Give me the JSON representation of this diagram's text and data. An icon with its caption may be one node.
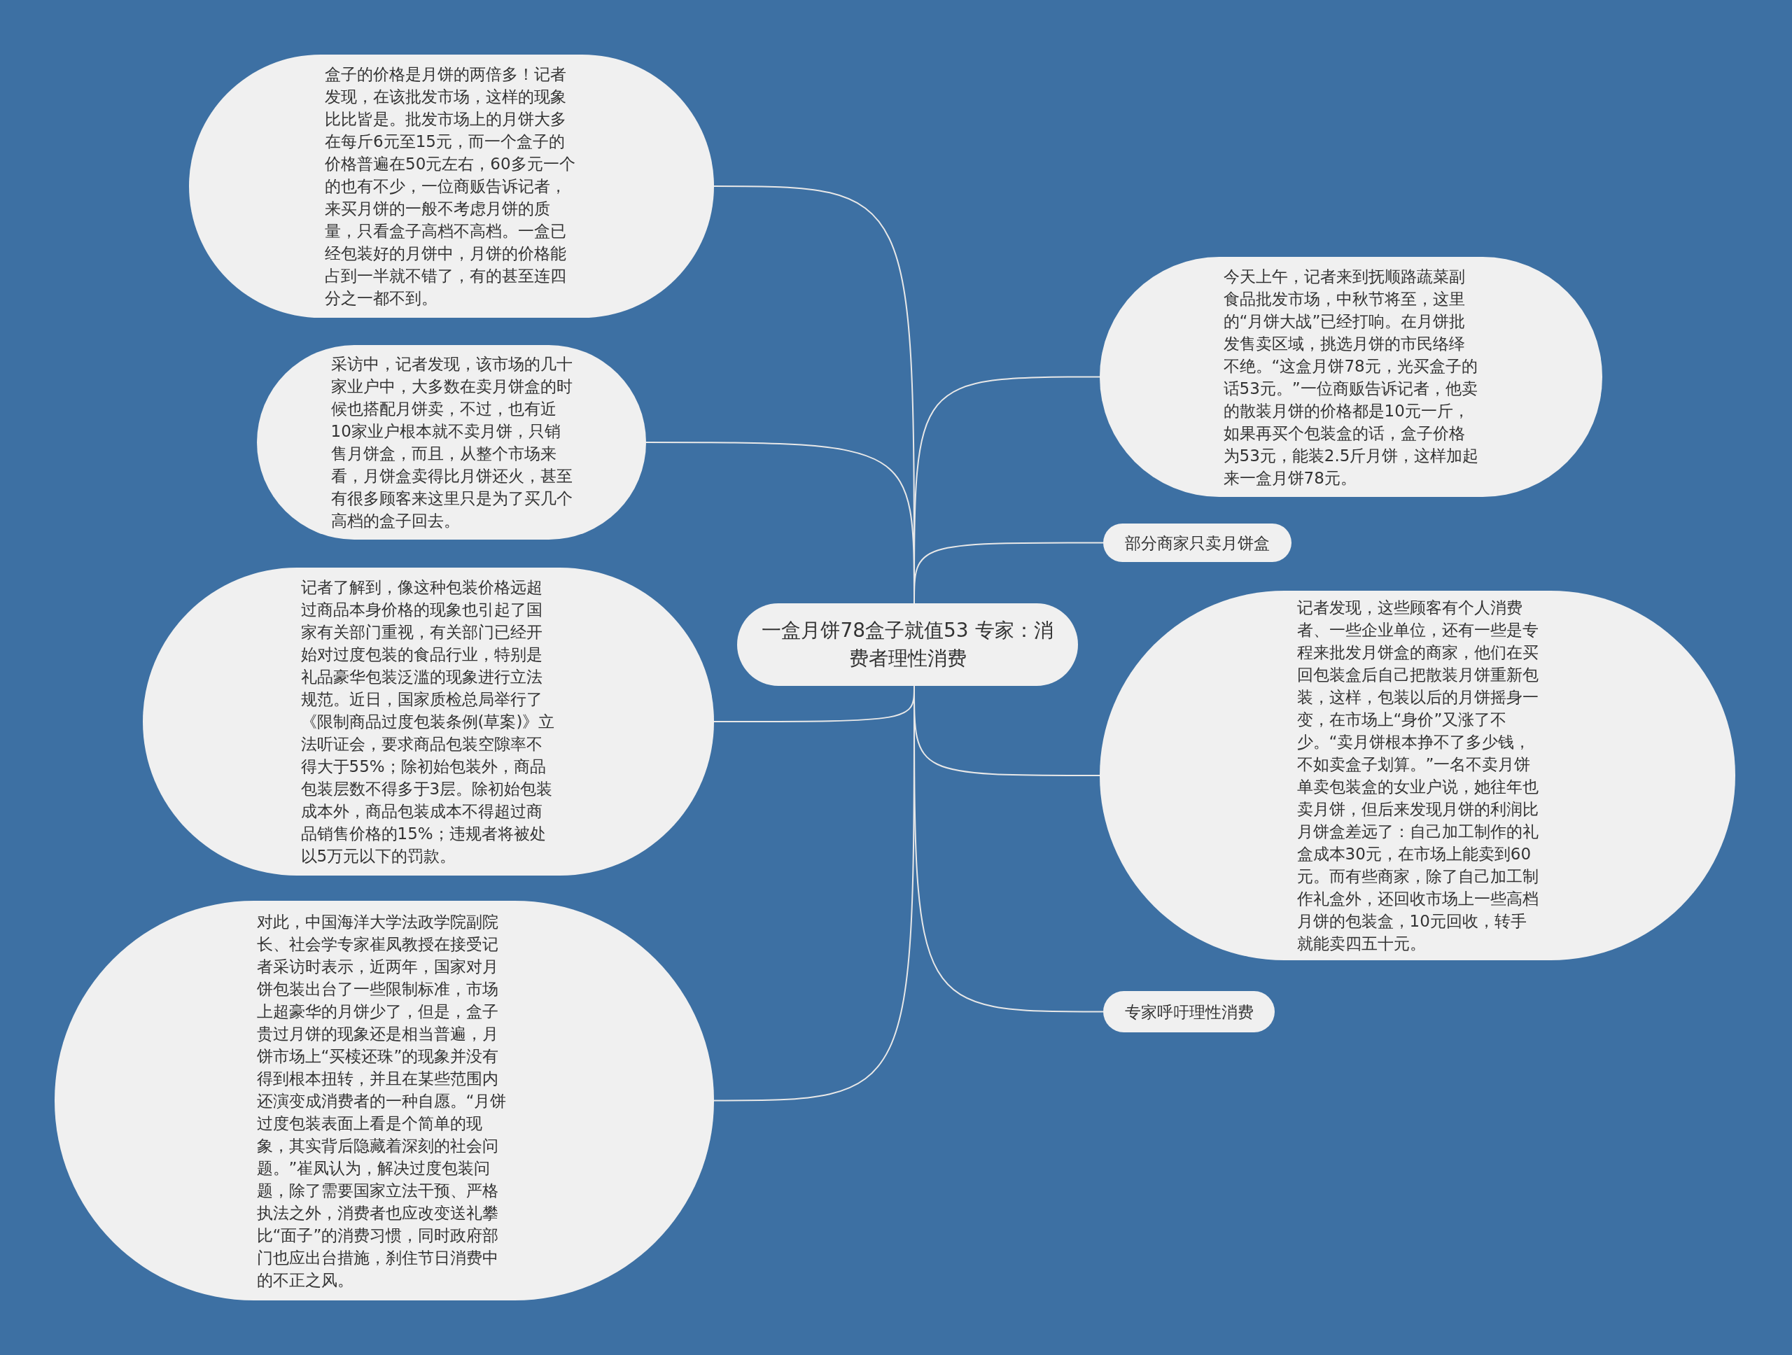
{
  "diagram": {
    "nodes": [
      {
        "text": [
          "一盒月饼78盒子就值53 专家：消费者理性消费"
        ]
      },
      {
        "text": [
          "盒子的价格是月饼的两倍多！记者发现，在该批发市场，这样的现象比比皆是。批发市场上的月饼大多在每斤6元至15元，而一个盒子的价格普遍在50元左右，60多元一个的也有不少，一位商贩告诉记者，来买月饼的一般不考虑月饼的质量，只看盒子高档不高档。一盒已经包装好的月饼中，月饼的价格能占到一半就不错了，有的甚至连四分之一都不到。"
        ]
      },
      {
        "text": [
          "采访中，记者发现，该市场的几十家业户中，大多数在卖月饼盒的时候也搭配月饼卖，不过，也有近10家业户根本就不卖月饼，只销售月饼盒，而且，从整个市场来看，月饼盒卖得比月饼还火，甚至有很多顾客来这里只是为了买几个高档的盒子回去。"
        ]
      },
      {
        "text": [
          "记者了解到，像这种包装价格远超过商品本身价格的现象也引起了国家有关部门重视，有关部门已经开始对过度包装的食品行业，特别是礼品豪华包装泛滥的现象进行立法规范。近日，国家质检总局举行了《限制商品过度包装条例(草案)》立法听证会，要求商品包装空隙率不得大于55%；除初始包装外，商品包装层数不得多于3层。除初始包装成本外，商品包装成本不得超过商品销售价格的15%；违规者将被处以5万元以下的罚款。"
        ]
      },
      {
        "text": [
          "对此，中国海洋大学法政学院副院长、社会学专家崔凤教授在接受记者采访时表示，近两年，国家对月饼包装出台了一些限制标准，市场上超豪华的月饼少了，但是，盒子贵过月饼的现象还是相当普遍，月饼市场上“买椟还珠”的现象并没有得到根本扭转，并且在某些范围内还演变成消费者的一种自愿。“月饼过度包装表面上看是个简单的现象，其实背后隐藏着深刻的社会问题。”崔凤认为，解决过度包装问题，除了需要国家立法干预、严格执法之外，消费者也应改变送礼攀比“面子”的消费习惯，同时政府部门也应出台措施，刹住节日消费中的不正之风。"
        ]
      },
      {
        "text": [
          "今天上午，记者来到抚顺路蔬菜副食品批发市场，中秋节将至，这里的“月饼大战”已经打响。在月饼批发售卖区域，挑选月饼的市民络绎不绝。“这盒月饼78元，光买盒子的话53元。”一位商贩告诉记者，他卖的散装月饼的价格都是10元一斤，如果再买个包装盒的话，盒子价格为53元，能装2.5斤月饼，这样加起来一盒月饼78元。"
        ]
      },
      {
        "text": [
          "部分商家只卖月饼盒"
        ]
      },
      {
        "text": [
          "记者发现，这些顾客有个人消费者、一些企业单位，还有一些是专程来批发月饼盒的商家，他们在买回包装盒后自己把散装月饼重新包装，这样，包装以后的月饼摇身一变，在市场上“身价”又涨了不少。“卖月饼根本挣不了多少钱，不如卖盒子划算。”一名不卖月饼单卖包装盒的女业户说，她往年也卖月饼，但后来发现月饼的利润比月饼盒差远了：自己加工制作的礼盒成本30元，在市场上能卖到60元。而有些商家，除了自己加工制作礼盒外，还回收市场上一些高档月饼的包装盒，10元回收，转手就能卖四五十元。"
        ]
      },
      {
        "text": [
          "专家呼吁理性消费"
        ]
      }
    ],
    "edges": [
      {
        "from": 0,
        "to": 1,
        "arrow": "none"
      },
      {
        "from": 0,
        "to": 2,
        "arrow": "none"
      },
      {
        "from": 0,
        "to": 3,
        "arrow": "none"
      },
      {
        "from": 0,
        "to": 4,
        "arrow": "none"
      },
      {
        "from": 0,
        "to": 5,
        "arrow": "none"
      },
      {
        "from": 0,
        "to": 6,
        "arrow": "none"
      },
      {
        "from": 0,
        "to": 7,
        "arrow": "none"
      },
      {
        "from": 0,
        "to": 8,
        "arrow": "none"
      }
    ]
  }
}
